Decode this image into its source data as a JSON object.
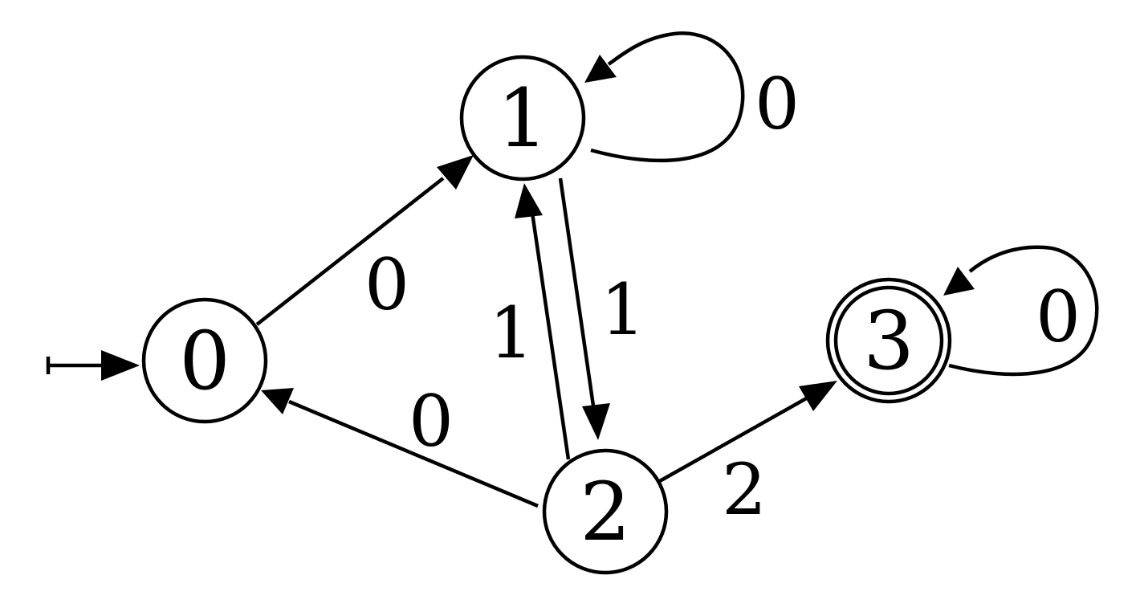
{
  "automaton": {
    "states": [
      {
        "id": "q0",
        "label": "0",
        "start": true,
        "accepting": false
      },
      {
        "id": "q1",
        "label": "1",
        "start": false,
        "accepting": false
      },
      {
        "id": "q2",
        "label": "2",
        "start": false,
        "accepting": false
      },
      {
        "id": "q3",
        "label": "3",
        "start": false,
        "accepting": true
      }
    ],
    "transitions": [
      {
        "from": "0",
        "to": "1",
        "symbol": "0"
      },
      {
        "from": "1",
        "to": "1",
        "symbol": "0"
      },
      {
        "from": "1",
        "to": "2",
        "symbol": "1"
      },
      {
        "from": "2",
        "to": "1",
        "symbol": "1"
      },
      {
        "from": "2",
        "to": "0",
        "symbol": "0"
      },
      {
        "from": "2",
        "to": "3",
        "symbol": "2"
      },
      {
        "from": "3",
        "to": "3",
        "symbol": "0"
      }
    ]
  }
}
